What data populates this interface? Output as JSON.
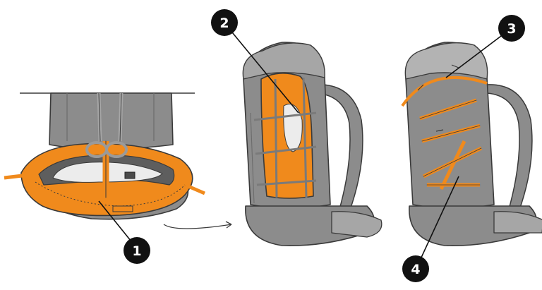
{
  "figure": {
    "callouts": [
      "1",
      "2",
      "3",
      "4"
    ]
  },
  "colors": {
    "pack_gray": "#8c8c8c",
    "pack_gray_light": "#a6a6a6",
    "pack_gray_dark": "#5e5e5e",
    "accent_orange": "#f08a1c",
    "stuff_white": "#ececec",
    "callout_black": "#111111",
    "line": "#3a3a3a"
  },
  "icons": {
    "callout": "numbered-circle-icon",
    "transition": "curved-arrow-icon"
  }
}
